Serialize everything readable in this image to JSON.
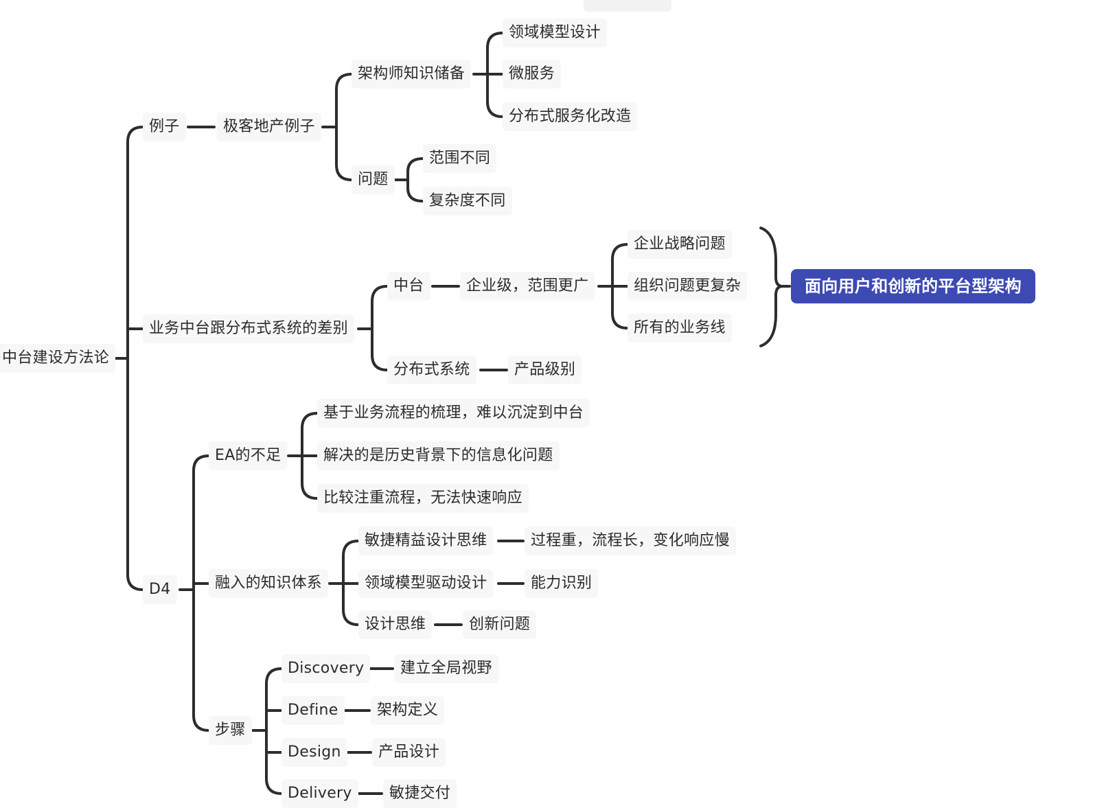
{
  "mindmap": {
    "root": "中台建设方法论",
    "example": {
      "label": "例子",
      "case": "极客地产例子",
      "architect": {
        "label": "架构师知识储备",
        "items": [
          "领域模型设计",
          "微服务",
          "分布式服务化改造"
        ]
      },
      "problem": {
        "label": "问题",
        "items": [
          "范围不同",
          "复杂度不同"
        ]
      }
    },
    "diff": {
      "label": "业务中台跟分布式系统的差别",
      "middle": {
        "label": "中台",
        "enterprise": "企业级，范围更广",
        "items": [
          "企业战略问题",
          "组织问题更复杂",
          "所有的业务线"
        ],
        "summary": "面向用户和创新的平台型架构"
      },
      "distributed": {
        "label": "分布式系统",
        "child": "产品级别"
      }
    },
    "d4": {
      "label": "D4",
      "ea": {
        "label": "EA的不足",
        "items": [
          "基于业务流程的梳理，难以沉淀到中台",
          "解决的是历史背景下的信息化问题",
          "比较注重流程，无法快速响应"
        ]
      },
      "knowledge": {
        "label": "融入的知识体系",
        "items": [
          {
            "label": "敏捷精益设计思维",
            "child": "过程重，流程长，变化响应慢"
          },
          {
            "label": "领域模型驱动设计",
            "child": "能力识别"
          },
          {
            "label": "设计思维",
            "child": "创新问题"
          }
        ]
      },
      "steps": {
        "label": "步骤",
        "items": [
          {
            "label": "Discovery",
            "child": "建立全局视野"
          },
          {
            "label": "Define",
            "child": "架构定义"
          },
          {
            "label": "Design",
            "child": "产品设计"
          },
          {
            "label": "Delivery",
            "child": "敏捷交付"
          }
        ]
      }
    }
  },
  "colors": {
    "line": "#2d2d2d",
    "node_bg": "#f7f7f7",
    "text": "#2b2b2b",
    "highlight_bg": "#3d4ab3",
    "highlight_text": "#ffffff"
  }
}
